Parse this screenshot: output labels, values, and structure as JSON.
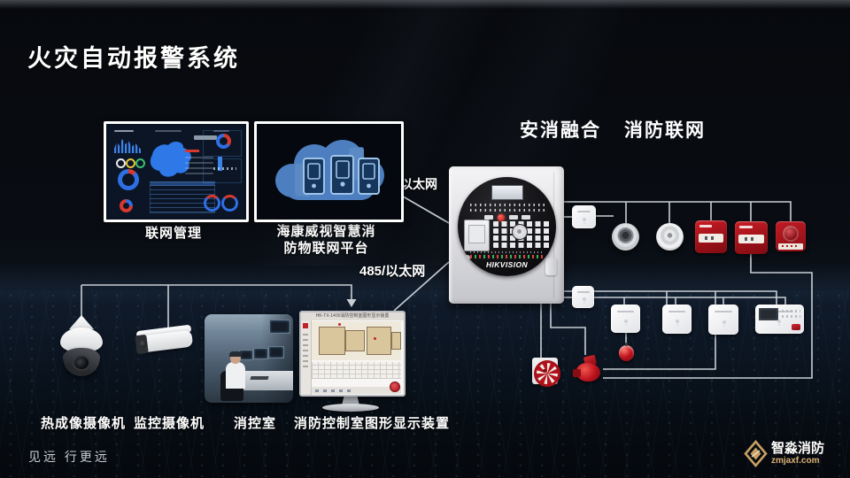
{
  "slide": {
    "title": "火灾自动报警系统",
    "banner_left": "安消融合",
    "banner_right": "消防联网",
    "slogan": "见远 行更远"
  },
  "platform": {
    "monitor_label": "联网管理",
    "cloud_label_line1": "海康威视智慧消",
    "cloud_label_line2": "防物联网平台"
  },
  "links": {
    "ethernet": "以太网",
    "rs485_ethernet": "485/以太网"
  },
  "panel": {
    "brand": "HIKVISION"
  },
  "bottom_devices": {
    "thermal_camera": "热成像摄像机",
    "cctv_camera": "监控摄像机",
    "control_room": "消控室",
    "graphic_display": "消防控制室图形显示装置",
    "graphic_display_screen_title": "HK-TX-1400消防控制室图形显示装置"
  },
  "logo": {
    "name": "智淼消防",
    "site": "zmjaxf.com"
  },
  "colors": {
    "accent_red": "#b5121b",
    "cloud_blue": "#4d7fc0",
    "line_gray": "#c9ced4",
    "map_blue": "#2e78e8"
  }
}
